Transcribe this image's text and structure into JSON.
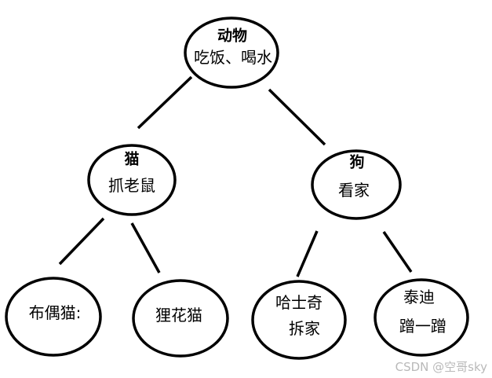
{
  "diagram": {
    "type": "tree",
    "background": "#ffffff",
    "stroke_color": "#000000",
    "nodes": {
      "animal": {
        "title": "动物",
        "subtitle": "吃饭、喝水",
        "title_bold": true
      },
      "cat": {
        "title": "猫",
        "subtitle": "抓老鼠",
        "title_bold": true
      },
      "dog": {
        "title": "狗",
        "subtitle": "看家",
        "title_bold": true
      },
      "ragdoll": {
        "title": "布偶猫:",
        "subtitle": "",
        "title_bold": false
      },
      "lihua": {
        "title": "狸花猫",
        "subtitle": "",
        "title_bold": false
      },
      "husky": {
        "title": "哈士奇",
        "subtitle": "拆家",
        "title_bold": false
      },
      "teddy": {
        "title": "泰迪",
        "subtitle": "蹭一蹭",
        "title_bold": false
      }
    },
    "edges": [
      {
        "from": "animal",
        "to": "cat"
      },
      {
        "from": "animal",
        "to": "dog"
      },
      {
        "from": "cat",
        "to": "ragdoll"
      },
      {
        "from": "cat",
        "to": "lihua"
      },
      {
        "from": "dog",
        "to": "husky"
      },
      {
        "from": "dog",
        "to": "teddy"
      }
    ]
  },
  "watermark": {
    "text": "CSDN @空哥sky",
    "color": "#b9b9b9"
  }
}
